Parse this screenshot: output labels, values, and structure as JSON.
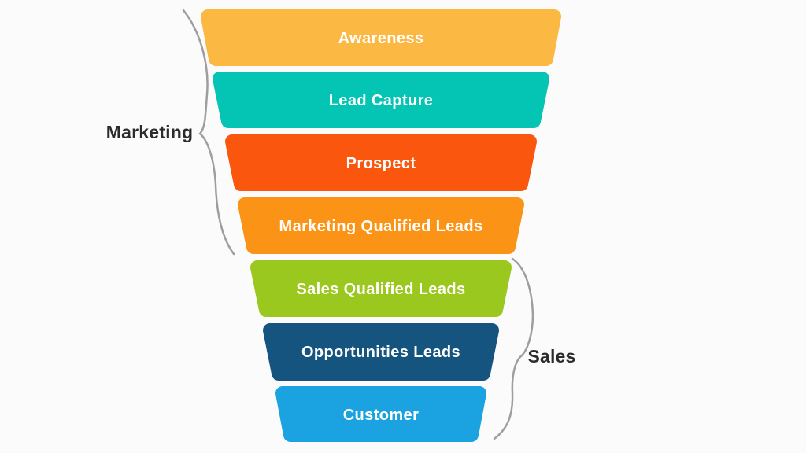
{
  "funnel": {
    "type": "funnel",
    "segments": [
      {
        "label": "Awareness",
        "color": "#FBB843"
      },
      {
        "label": "Lead Capture",
        "color": "#04C4B3"
      },
      {
        "label": "Prospect",
        "color": "#FB560D"
      },
      {
        "label": "Marketing Qualified Leads",
        "color": "#FB9416"
      },
      {
        "label": "Sales Qualified Leads",
        "color": "#9BC81E"
      },
      {
        "label": "Opportunities Leads",
        "color": "#15547F"
      },
      {
        "label": "Customer",
        "color": "#1BA3E1"
      }
    ],
    "segment_label_color": "#FFFFFF"
  },
  "groups": {
    "marketing": {
      "label": "Marketing",
      "covers": [
        "Awareness",
        "Lead Capture",
        "Prospect",
        "Marketing Qualified Leads"
      ]
    },
    "sales": {
      "label": "Sales",
      "covers": [
        "Sales Qualified Leads",
        "Opportunities Leads",
        "Customer"
      ]
    }
  },
  "styles": {
    "group_label_color": "#2B2B2B",
    "brace_color": "#9E9E9E",
    "background": "#FBFBFB"
  }
}
